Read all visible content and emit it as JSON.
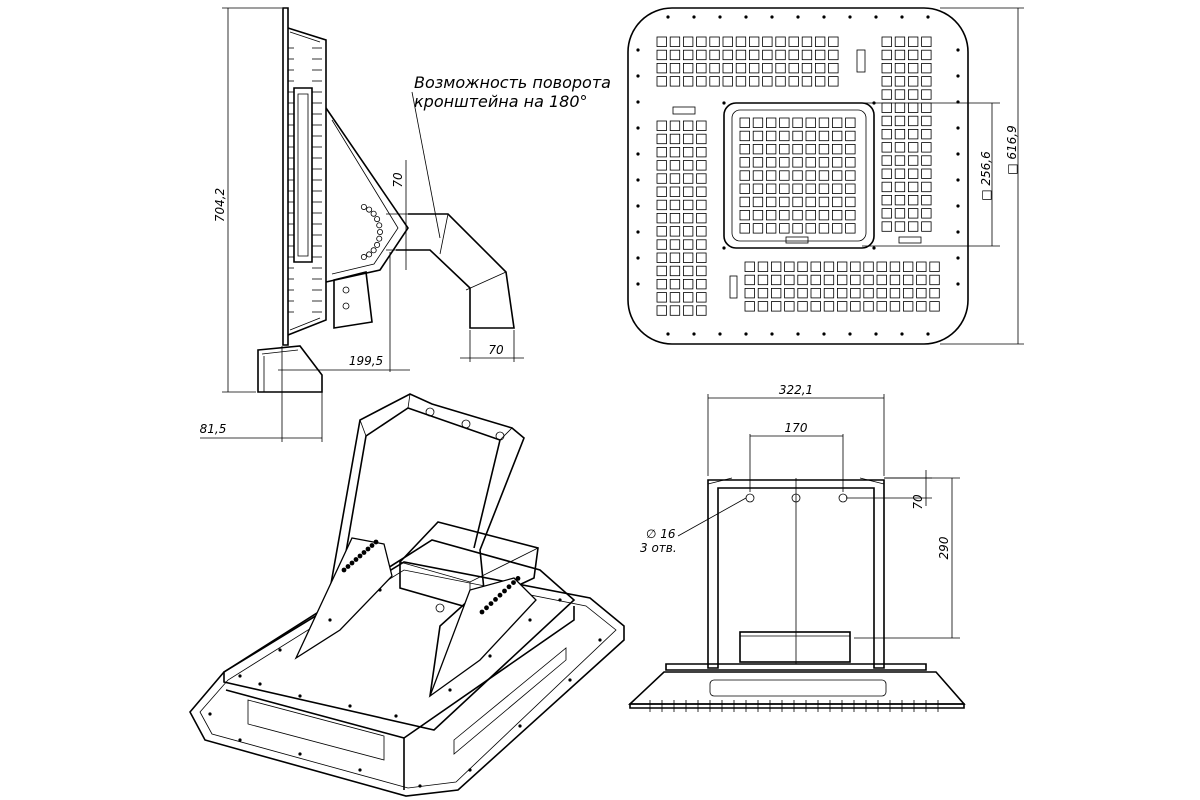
{
  "annotations": {
    "rotation_note_line1": "Возможность поворота",
    "rotation_note_line2": "кронштейна на 180°",
    "hole_diameter": "∅ 16",
    "hole_count": "3 отв."
  },
  "dimensions": {
    "height": "704,2",
    "bracket_offset_v": "70",
    "bracket_offset_h": "70",
    "depth": "199,5",
    "foot": "81,5",
    "square_outer": "□ 616,9",
    "square_inner": "□ 256,6",
    "width": "322,1",
    "hole_span": "170",
    "hole_height": "70",
    "total_height": "290"
  },
  "colors": {
    "line": "#000000",
    "background": "#ffffff"
  }
}
